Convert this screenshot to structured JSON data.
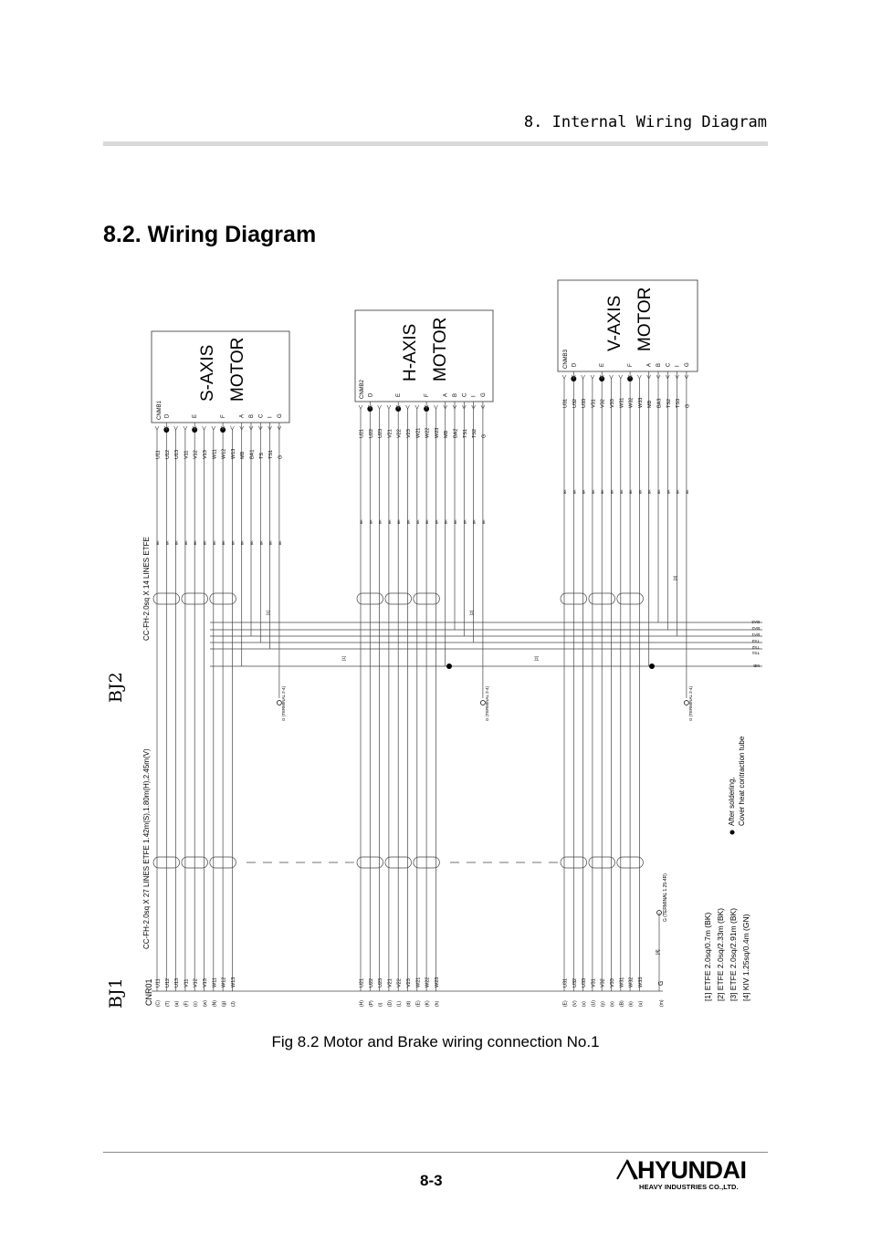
{
  "header": {
    "chapter_title": "8. Internal Wiring Diagram"
  },
  "section": {
    "title": "8.2. Wiring Diagram"
  },
  "caption": "Fig 8.2 Motor and Brake wiring connection No.1",
  "footer": {
    "page_number": "8-3",
    "logo_name": "HYUNDAI",
    "logo_subtitle": "HEAVY INDUSTRIES CO.,LTD."
  },
  "diagram": {
    "bj_labels": [
      "BJ1",
      "BJ2"
    ],
    "connector_bottom": "CNR01",
    "cable_labels": [
      "CC-FH-2.0sq X 27 LINES ETFE 1.42m(S),1.80m(H),2.45m(V)",
      "CC-FH-2.0sq X 14 LINES ETFE"
    ],
    "motors": [
      {
        "axis": "S-AXIS",
        "kind": "MOTOR",
        "connector": "CNMB1",
        "wires": [
          "U11",
          "U12",
          "U13",
          "V11",
          "V12",
          "V13",
          "W11",
          "W12",
          "W13",
          "MB",
          "BA1",
          "TS",
          "TS1",
          "G"
        ],
        "pins": [
          "D",
          "E",
          "F",
          "A",
          "B",
          "C",
          "I",
          "G"
        ]
      },
      {
        "axis": "H-AXIS",
        "kind": "MOTOR",
        "connector": "CNMB2",
        "wires": [
          "U21",
          "U22",
          "U23",
          "V21",
          "V22",
          "V23",
          "W21",
          "W22",
          "W23",
          "MB",
          "BA2",
          "TS1",
          "TS2",
          "G"
        ],
        "pins": [
          "D",
          "E",
          "F",
          "A",
          "B",
          "C",
          "I",
          "G"
        ]
      },
      {
        "axis": "V-AXIS",
        "kind": "MOTOR",
        "connector": "CNMB3",
        "wires": [
          "U31",
          "U32",
          "U33",
          "V31",
          "V32",
          "V33",
          "W31",
          "W32",
          "W33",
          "MB",
          "BA3",
          "TS2",
          "TS3",
          "G"
        ],
        "pins": [
          "D",
          "E",
          "F",
          "A",
          "B",
          "C",
          "I",
          "G"
        ]
      }
    ],
    "bottom_groups": [
      {
        "wires": [
          "U11",
          "U12",
          "U13",
          "V11",
          "V12",
          "V13",
          "W11",
          "W12",
          "W13"
        ],
        "pins": [
          "(C)",
          "(T)",
          "(a)",
          "(F)",
          "(c)",
          "(w)",
          "(N)",
          "(g)",
          "(J)"
        ]
      },
      {
        "wires": [
          "U21",
          "U22",
          "U23",
          "V21",
          "V22",
          "V23",
          "W21",
          "W22",
          "W23"
        ],
        "pins": [
          "(H)",
          "(P)",
          "(i)",
          "(D)",
          "(L)",
          "(d)",
          "(E)",
          "(K)",
          "(h)"
        ]
      },
      {
        "wires": [
          "U31",
          "U32",
          "U33",
          "V31",
          "V32",
          "V33",
          "W31",
          "W32",
          "W33"
        ],
        "pins": [
          "(E)",
          "(V)",
          "(x)",
          "(U)",
          "(y)",
          "(v)",
          "(B)",
          "(k)",
          "(u)"
        ]
      }
    ],
    "ground": {
      "label": "G",
      "pin": "(m)",
      "terminal": "G (TERMINAL 1.25-4R)",
      "tag": "[4]"
    },
    "terminal_labels": [
      "G (TERMINAL 2-4)",
      "G (TERMINAL 2-4)",
      "G (TERMINAL 2-4)"
    ],
    "bus_labels": [
      "BA3",
      "BA2",
      "BA1",
      "TS3",
      "TS2",
      "TS1",
      "MB"
    ],
    "notes": {
      "after_soldering": "After soldering,",
      "cover": "Cover heat contraction tube"
    },
    "legend": [
      "[1] ETFE 2.0sq/0.7m (BK)",
      "[2] ETFE 2.0sq/2.33m (BK)",
      "[3] ETFE 2.0sq/2.91m (BK)",
      "[4] KIV 1.25sq/0.4m (GN)"
    ],
    "tags": [
      "[1]",
      "[1]",
      "[2]",
      "[2]",
      "[3]"
    ]
  }
}
